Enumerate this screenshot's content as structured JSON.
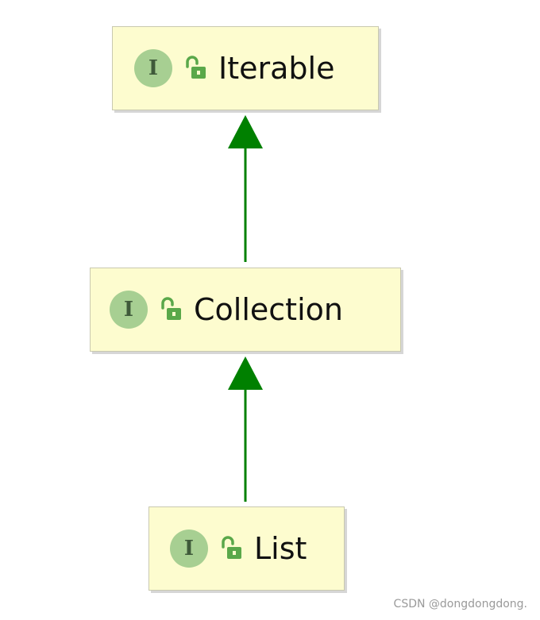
{
  "diagram": {
    "nodes": [
      {
        "id": "iterable",
        "kind_badge": "I",
        "label": "Iterable",
        "icon": "unlocked-padlock-icon"
      },
      {
        "id": "collection",
        "kind_badge": "I",
        "label": "Collection",
        "icon": "unlocked-padlock-icon"
      },
      {
        "id": "list",
        "kind_badge": "I",
        "label": "List",
        "icon": "unlocked-padlock-icon"
      }
    ],
    "edges": [
      {
        "from": "collection",
        "to": "iterable",
        "style": "arrow"
      },
      {
        "from": "list",
        "to": "collection",
        "style": "arrow"
      }
    ],
    "colors": {
      "node_fill": "#fdfccf",
      "badge_fill": "#a7cf92",
      "edge": "#008000",
      "lock": "#5aa84a"
    }
  },
  "watermark": "CSDN @dongdongdong."
}
